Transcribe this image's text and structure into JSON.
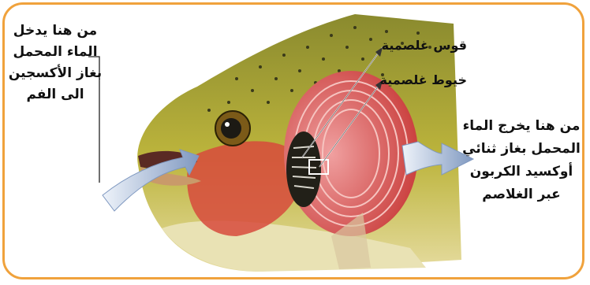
{
  "labels": {
    "water_in": "من هنا يدخل الماء المحمل بغاز الأكسجين الى الفم",
    "water_out": "من هنا يخرج الماء المحمل بغاز ثنائي أوكسيد الكربون عبر الغلاصم",
    "gill_arch": "قوس غلصمية",
    "gill_filaments": "خيوط غلصمية"
  },
  "colors": {
    "frame": "#f0a23c",
    "arrow": "#8ea6c8",
    "fish_body": "#b8b33c",
    "gill_red": "#d8463e"
  }
}
